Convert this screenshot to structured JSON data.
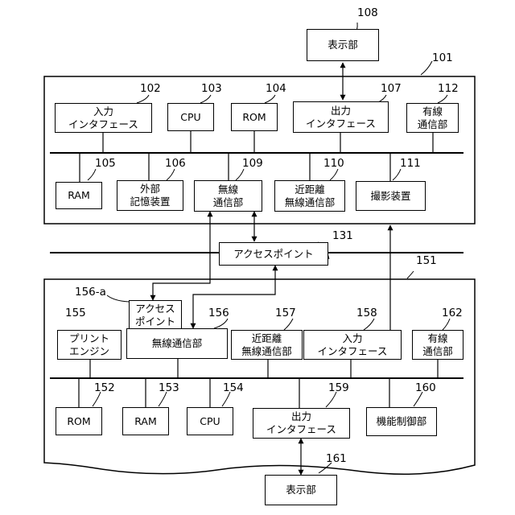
{
  "diagram": {
    "display_108": {
      "label": "表示部",
      "ref": "108"
    },
    "apparatus_101": {
      "ref": "101",
      "blocks": {
        "input_if": {
          "lines": [
            "入力",
            "インタフェース"
          ],
          "ref": "102"
        },
        "cpu": {
          "lines": [
            "CPU"
          ],
          "ref": "103"
        },
        "rom": {
          "lines": [
            "ROM"
          ],
          "ref": "104"
        },
        "output_if": {
          "lines": [
            "出力",
            "インタフェース"
          ],
          "ref": "107"
        },
        "wired": {
          "lines": [
            "有線",
            "通信部"
          ],
          "ref": "112"
        },
        "ram": {
          "lines": [
            "RAM"
          ],
          "ref": "105"
        },
        "ext_storage": {
          "lines": [
            "外部",
            "記憶装置"
          ],
          "ref": "106"
        },
        "wireless": {
          "lines": [
            "無線",
            "通信部"
          ],
          "ref": "109"
        },
        "nfc": {
          "lines": [
            "近距離",
            "無線通信部"
          ],
          "ref": "110"
        },
        "camera": {
          "lines": [
            "撮影装置"
          ],
          "ref": "111"
        }
      }
    },
    "access_point_131": {
      "label": "アクセスポイント",
      "ref": "131"
    },
    "apparatus_151": {
      "ref": "151",
      "access_point_156a": {
        "lines": [
          "アクセス",
          "ポイント"
        ],
        "ref": "156-a"
      },
      "blocks": {
        "print_engine": {
          "lines": [
            "プリント",
            "エンジン"
          ],
          "ref": "155"
        },
        "wireless": {
          "lines": [
            "無線通信部"
          ],
          "ref": "156"
        },
        "nfc": {
          "lines": [
            "近距離",
            "無線通信部"
          ],
          "ref": "157"
        },
        "input_if": {
          "lines": [
            "入力",
            "インタフェース"
          ],
          "ref": "158"
        },
        "wired": {
          "lines": [
            "有線",
            "通信部"
          ],
          "ref": "162"
        },
        "rom": {
          "lines": [
            "ROM"
          ],
          "ref": "152"
        },
        "ram": {
          "lines": [
            "RAM"
          ],
          "ref": "153"
        },
        "cpu": {
          "lines": [
            "CPU"
          ],
          "ref": "154"
        },
        "output_if": {
          "lines": [
            "出力",
            "インタフェース"
          ],
          "ref": "159"
        },
        "function_ctrl": {
          "lines": [
            "機能制御部"
          ],
          "ref": "160"
        }
      }
    },
    "display_161": {
      "label": "表示部",
      "ref": "161"
    }
  }
}
